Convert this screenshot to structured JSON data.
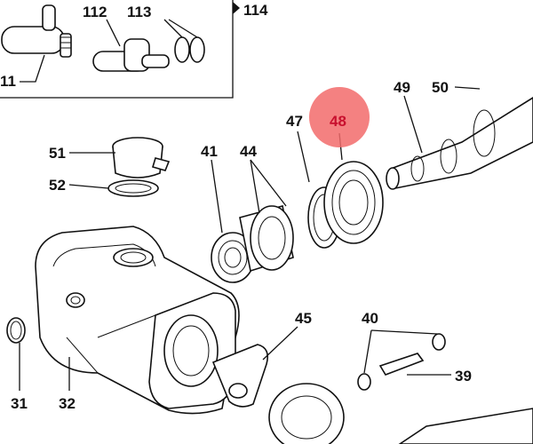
{
  "diagram": {
    "highlight_color": "#f26b6b",
    "callout_color": "#c8102e",
    "labels": {
      "p111": "11",
      "p112": "112",
      "p113": "113",
      "p114": "114",
      "p51": "51",
      "p52": "52",
      "p41": "41",
      "p44": "44",
      "p47": "47",
      "p48": "48",
      "p49": "49",
      "p50": "50",
      "p45": "45",
      "p40": "40",
      "p39": "39",
      "p31": "31",
      "p32": "32"
    }
  }
}
